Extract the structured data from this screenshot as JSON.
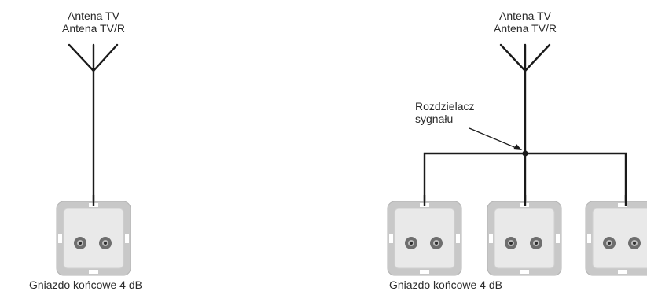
{
  "diagrams": [
    {
      "antenna_label_line1": "Antena TV",
      "antenna_label_line2": "Antena TV/R",
      "socket_label": "Gniazdo końcowe 4 dB",
      "socket_count": 1
    },
    {
      "antenna_label_line1": "Antena TV",
      "antenna_label_line2": "Antena TV/R",
      "splitter_label_line1": "Rozdzielacz",
      "splitter_label_line2": "sygnału",
      "socket_label": "Gniazdo końcowe 4 dB",
      "socket_count": 3
    }
  ],
  "colors": {
    "line": "#1a1a1a",
    "socket_frame": "#c8c8c8",
    "socket_face": "#e9e9e9",
    "port_outer": "#6e6e6e",
    "port_inner": "#2f2f2f",
    "text": "#2a2a2a"
  }
}
